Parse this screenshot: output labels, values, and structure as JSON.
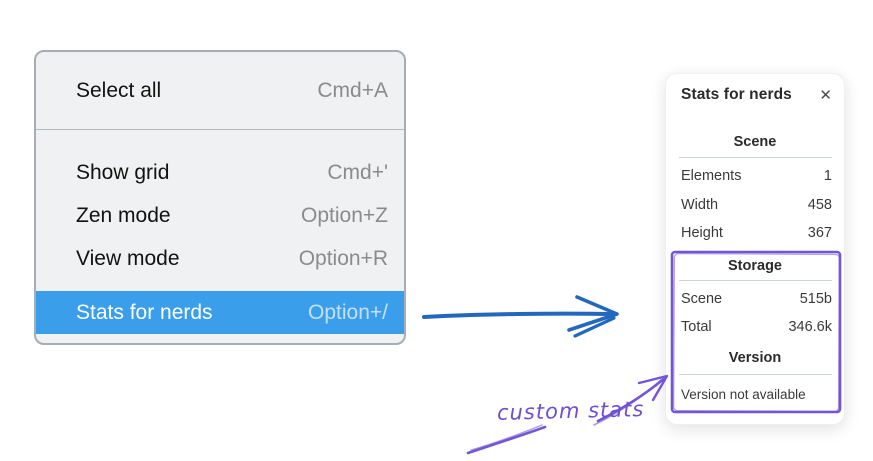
{
  "menu": {
    "groups": [
      {
        "items": [
          {
            "label": "Select all",
            "shortcut": "Cmd+A"
          }
        ]
      },
      {
        "items": [
          {
            "label": "Show grid",
            "shortcut": "Cmd+'"
          },
          {
            "label": "Zen mode",
            "shortcut": "Option+Z"
          },
          {
            "label": "View mode",
            "shortcut": "Option+R"
          },
          {
            "label": "Stats for nerds",
            "shortcut": "Option+/",
            "highlighted": true
          }
        ]
      }
    ],
    "highlight_color": "#3b9eea"
  },
  "stats_panel": {
    "title": "Stats for nerds",
    "close_icon": "✕",
    "sections": [
      {
        "heading": "Scene",
        "rows": [
          [
            "Elements",
            "1"
          ],
          [
            "Width",
            "458"
          ],
          [
            "Height",
            "367"
          ]
        ]
      },
      {
        "heading": "Storage",
        "rows": [
          [
            "Scene",
            "515b"
          ],
          [
            "Total",
            "346.6k"
          ]
        ]
      },
      {
        "heading": "Version",
        "note": "Version not available"
      }
    ]
  },
  "annotations": {
    "custom_stats_label": "custom stats",
    "arrow_color": "#2268bd",
    "purple_color": "#7455d8"
  }
}
